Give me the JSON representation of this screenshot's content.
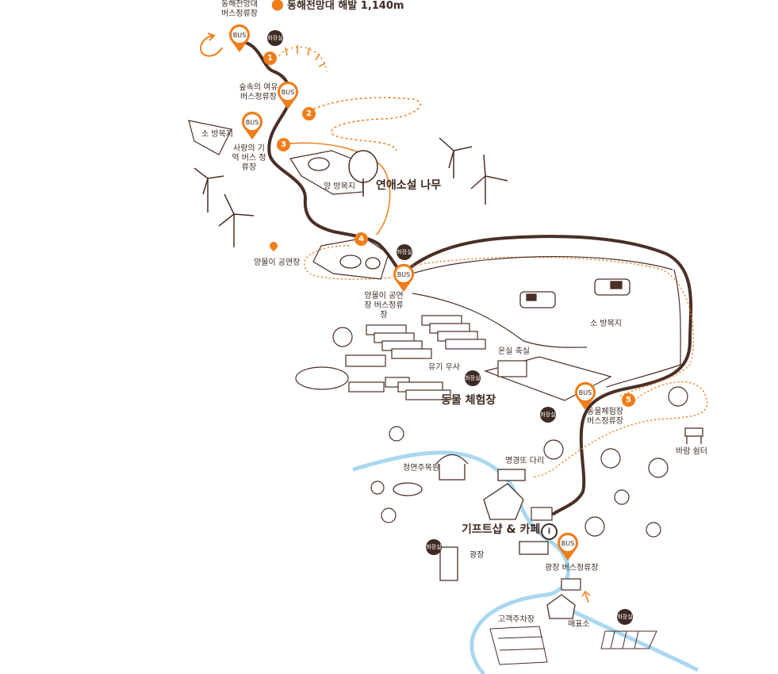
{
  "title": "동해전망대 해발 1,140m",
  "labels": {
    "top_bus_stop": "동해전망대 버스정류장",
    "forest_bus_stop": "숲속의 여유 버스정류장",
    "cattle_pasture_left": "소 방목지",
    "love_memory_bus_stop": "사랑의 기억 버스 정류장",
    "sheep_pasture": "양 방목지",
    "romance_tree": "연애소설 나무",
    "sheepdog_show": "양몰이 공연장",
    "sheepdog_bus_stop": "양몰이 공연장 버스정류장",
    "cattle_pasture_right": "소 방목지",
    "warm_barn": "온실 축실",
    "organic_barn": "유기 우사",
    "animal_experience": "동물 체험장",
    "animal_bus_stop": "동물체험장 버스정류장",
    "wind_shelter": "바람 쉼터",
    "bridge": "명경또 다리",
    "yurt": "청연주목원",
    "gift_cafe": "기프트샵 & 카페",
    "plaza": "광장",
    "plaza_bus_stop": "광장 버스정류장",
    "parking": "고객주차장",
    "ticket": "매표소"
  },
  "bus_label": "BUS",
  "restroom_label": "화장실",
  "info_label": "i",
  "stops": [
    "1",
    "2",
    "3",
    "4",
    "5"
  ],
  "colors": {
    "road": "#4a2f26",
    "accent": "#ef7d1a",
    "river": "#a9d8f0",
    "ink": "#3e2a22"
  }
}
